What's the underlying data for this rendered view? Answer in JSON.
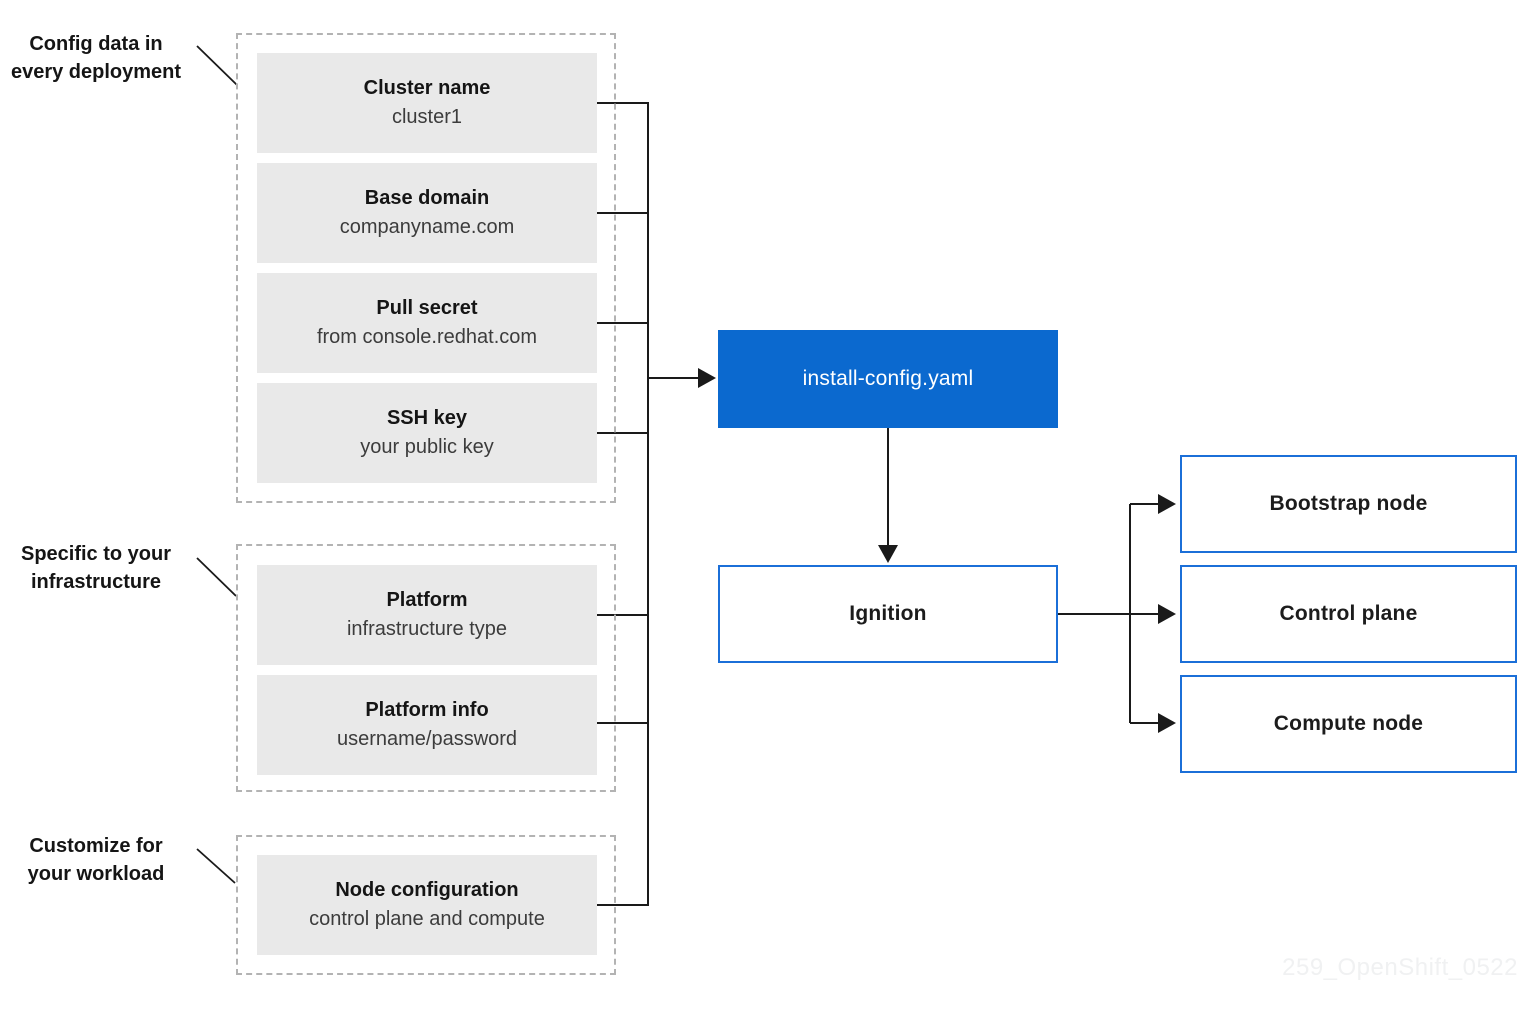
{
  "colors": {
    "blue-fill": "#0b69cf",
    "blue-border": "#1b6fd8",
    "line": "#1a1a1a",
    "box-gray": "#e9e9e9",
    "dash-gray": "#b3b3b3",
    "text-dark": "#151515",
    "text-sub": "#3c3c3c",
    "watermark": "#f0f1f2"
  },
  "groups": [
    {
      "label_lines": [
        "Config data in",
        "every deployment"
      ],
      "boxes": [
        {
          "title": "Cluster name",
          "subtitle": "cluster1"
        },
        {
          "title": "Base domain",
          "subtitle": "companyname.com"
        },
        {
          "title": "Pull secret",
          "subtitle": "from console.redhat.com"
        },
        {
          "title": "SSH key",
          "subtitle": "your public key"
        }
      ]
    },
    {
      "label_lines": [
        "Specific to your",
        "infrastructure"
      ],
      "boxes": [
        {
          "title": "Platform",
          "subtitle": "infrastructure type"
        },
        {
          "title": "Platform info",
          "subtitle": "username/password"
        }
      ]
    },
    {
      "label_lines": [
        "Customize for",
        "your workload"
      ],
      "boxes": [
        {
          "title": "Node configuration",
          "subtitle": "control plane and compute"
        }
      ]
    }
  ],
  "flow": {
    "config_file": "install-config.yaml",
    "ignition": "Ignition",
    "nodes": [
      {
        "label": "Bootstrap node"
      },
      {
        "label": "Control plane"
      },
      {
        "label": "Compute node"
      }
    ]
  },
  "watermark": "259_OpenShift_0522"
}
